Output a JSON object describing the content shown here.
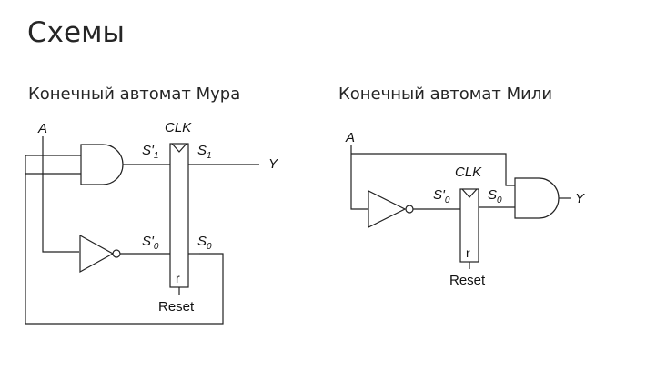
{
  "page": {
    "title": "Схемы"
  },
  "moore": {
    "heading": "Конечный автомат Мура",
    "input_label": "A",
    "clock_label": "CLK",
    "next_state_1": {
      "base": "S'",
      "sub": "1"
    },
    "state_1": {
      "base": "S",
      "sub": "1"
    },
    "next_state_0": {
      "base": "S'",
      "sub": "0"
    },
    "state_0": {
      "base": "S",
      "sub": "0"
    },
    "output_label": "Y",
    "reset_pin": "r",
    "reset_label": "Reset"
  },
  "mealy": {
    "heading": "Конечный автомат Мили",
    "input_label": "A",
    "clock_label": "CLK",
    "next_state_0": {
      "base": "S'",
      "sub": "0"
    },
    "state_0": {
      "base": "S",
      "sub": "0"
    },
    "output_label": "Y",
    "reset_pin": "r",
    "reset_label": "Reset"
  },
  "colors": {
    "line": "#222222",
    "text": "#262626",
    "background": "#ffffff"
  }
}
